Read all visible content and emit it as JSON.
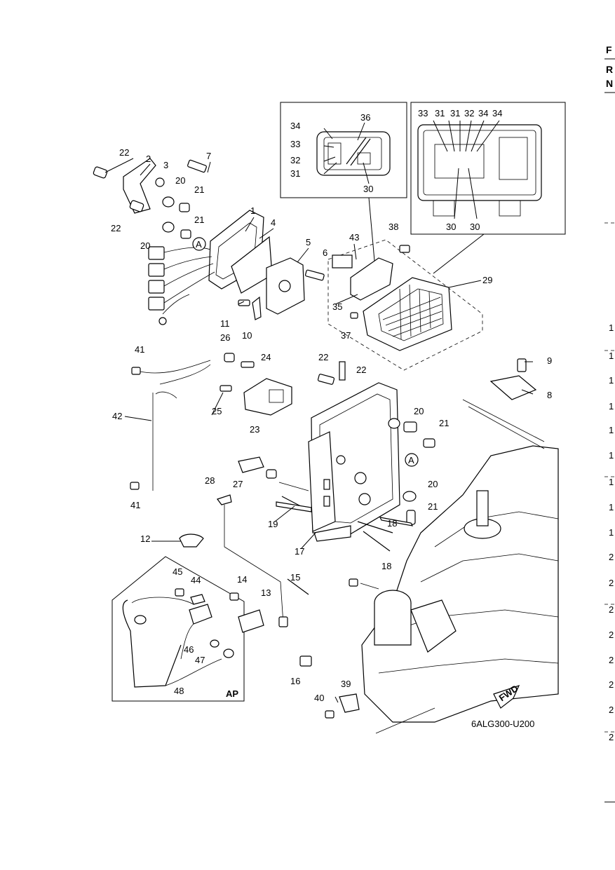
{
  "page": {
    "right_edge_letters": [
      "F",
      "R",
      "N"
    ],
    "right_edge_numbers": [
      "1",
      "1",
      "1",
      "1",
      "1",
      "1",
      "1",
      "1",
      "1",
      "2",
      "2",
      "2",
      "2",
      "2",
      "2",
      "2",
      "2"
    ]
  },
  "diagram": {
    "code": "6ALG300-U200",
    "fwd_label": "FWD",
    "ap_label": "AP",
    "circle_marker": "A",
    "inset_left_labels": [
      "34",
      "33",
      "32",
      "31",
      "36",
      "30"
    ],
    "inset_right_labels": [
      "33",
      "31",
      "31",
      "32",
      "34",
      "34",
      "30",
      "30"
    ],
    "callouts": [
      "22",
      "2",
      "3",
      "7",
      "20",
      "21",
      "22",
      "21",
      "20",
      "1",
      "4",
      "5",
      "6",
      "11",
      "10",
      "43",
      "38",
      "35",
      "29",
      "37",
      "26",
      "24",
      "41",
      "42",
      "25",
      "23",
      "22",
      "22",
      "9",
      "8",
      "20",
      "21",
      "28",
      "27",
      "20",
      "19",
      "21",
      "18",
      "12",
      "17",
      "18",
      "41",
      "45",
      "44",
      "14",
      "15",
      "13",
      "46",
      "47",
      "16",
      "48",
      "39",
      "40"
    ]
  }
}
